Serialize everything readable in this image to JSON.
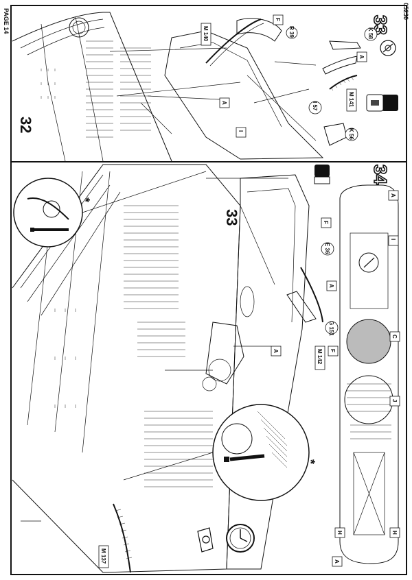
{
  "page": {
    "page_label": "PAGE 14",
    "kit_number": "05230"
  },
  "step_32": {
    "number": "32",
    "paint_step": "33",
    "parts": {
      "r39": "R 39",
      "f_flag": "F",
      "m140": "M 140",
      "k58": "K 58",
      "a_flag_1": "A",
      "a_flag_2": "A",
      "m141": "M 141",
      "i57": "I 57",
      "k56": "K 56",
      "i_flag": "I"
    }
  },
  "step_34": {
    "number": "34",
    "sub_step": "33",
    "parts": {
      "a_top": "A",
      "f_flag": "F",
      "e36": "E 36",
      "i_flag": "I",
      "a_mid": "A",
      "g151": "G 151",
      "m142": "M 142",
      "c_flag": "C",
      "f_small": "F",
      "j_flag": "J",
      "a_deck": "A",
      "h_flag_1": "H",
      "h_flag_2": "H",
      "a_bottom": "A",
      "m137": "M 137"
    },
    "callout_symbol": "*"
  },
  "icons": {
    "paint": "paint-bottle-icon",
    "no_glue": "no-glue-icon",
    "clock": "drying-time-clock-icon",
    "camera": "repeat-view-icon"
  }
}
